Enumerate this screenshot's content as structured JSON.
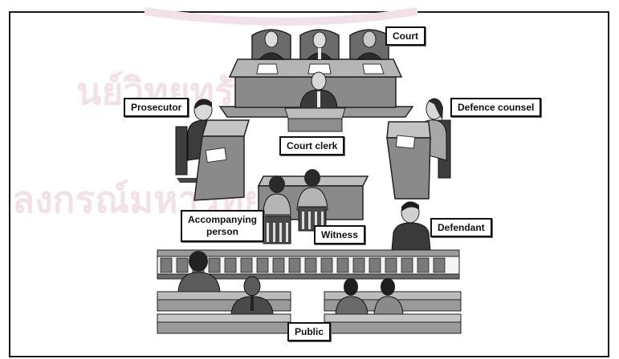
{
  "watermark": {
    "line1": "นย์วิทยทรัพยากร",
    "line2": "ลงกรณ์มหาวิทยาลัย"
  },
  "labels": {
    "court": "Court",
    "prosecutor": "Prosecutor",
    "defence_counsel": "Defence counsel",
    "court_clerk": "Court clerk",
    "accompanying_person": "Accompanying person",
    "witness": "Witness",
    "defendant": "Defendant",
    "public": "Public"
  }
}
